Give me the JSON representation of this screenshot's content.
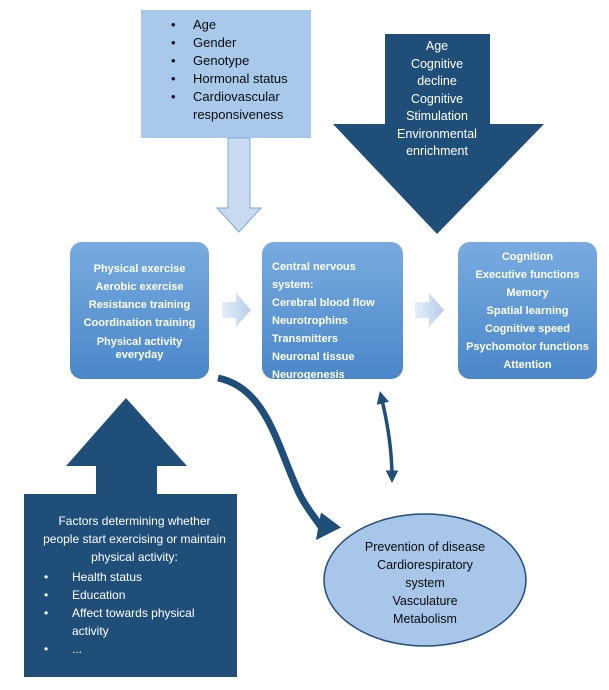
{
  "top_factors": {
    "items": [
      "Age",
      "Gender",
      "Genotype",
      "Hormonal status",
      "Cardiovascular responsiveness"
    ]
  },
  "down_arrow_factors": {
    "lines": [
      "Age",
      "Cognitive",
      "decline",
      "Cognitive",
      "Stimulation",
      "Environmental",
      "enrichment"
    ]
  },
  "exercise_box": {
    "items": [
      "Physical exercise",
      "Aerobic exercise",
      "Resistance training",
      "Coordination training",
      "Physical activity everyday"
    ]
  },
  "cns_box": {
    "title": "Central nervous system:",
    "items": [
      "Cerebral blood flow",
      "Neurotrophins",
      "Transmitters",
      "Neuronal tissue",
      "Neurogenesis"
    ]
  },
  "cognition_box": {
    "items": [
      "Cognition",
      "Executive functions",
      "Memory",
      "Spatial learning",
      "Cognitive speed",
      "Psychomotor functions",
      "Attention"
    ]
  },
  "bottom_factors": {
    "intro": "Factors determining whether people start exercising or maintain physical activity:",
    "items": [
      "Health status",
      "Education",
      "Affect towards physical activity",
      "..."
    ]
  },
  "prevention": {
    "lines": [
      "Prevention of disease",
      "Cardiorespiratory",
      "system",
      "Vasculature",
      "Metabolism"
    ]
  },
  "colors": {
    "light_blue": "#a9c9ec",
    "box_blue": "#5a97d6",
    "dark_navy": "#1f4e79",
    "ellipse_fill": "#a8c6e9",
    "ellipse_stroke": "#1f4e79",
    "block_arrow_fill": "#c9daf0"
  }
}
